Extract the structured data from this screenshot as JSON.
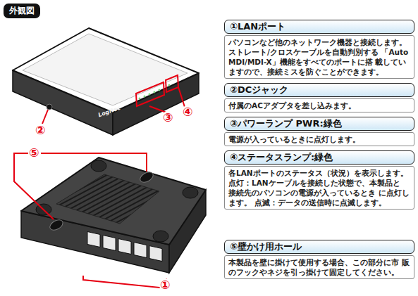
{
  "diagram": {
    "nodes": [
      {
        "text": [
          "①LANポート",
          "パソコンなど他のネットワーク機器と接続します。 ストレート/クロスケーブルを自動判別する 「Auto MDI/MDI-X」機能をすべてのポートに搭 載していますので、接続ミスを防ぐことができます。"
        ]
      },
      {
        "text": [
          "②DCジャック",
          "付属のACアダプタを差し込みます。"
        ]
      },
      {
        "text": [
          "③パワーランプ PWR:緑色",
          "電源が入っているときに点灯します。"
        ]
      },
      {
        "text": [
          "④ステータスランプ:緑色",
          "各LANポートのステータス（状況）を表示します。 点灯：LANケーブルを接続した状態で、本製品と 接続先のパソコンの電源が入っているとき に点灯します。 点滅：データの送信時に点滅します。"
        ]
      },
      {
        "text": [
          "⑤壁かけ用ホール",
          "本製品を壁に掛けて使用する場合、この部分に市 販のフックやネジを引っ掛けて固定してください。"
        ]
      }
    ],
    "labels": [
      "外観図",
      "Logitec",
      "②",
      "③",
      "④",
      "⑤",
      "①"
    ]
  }
}
